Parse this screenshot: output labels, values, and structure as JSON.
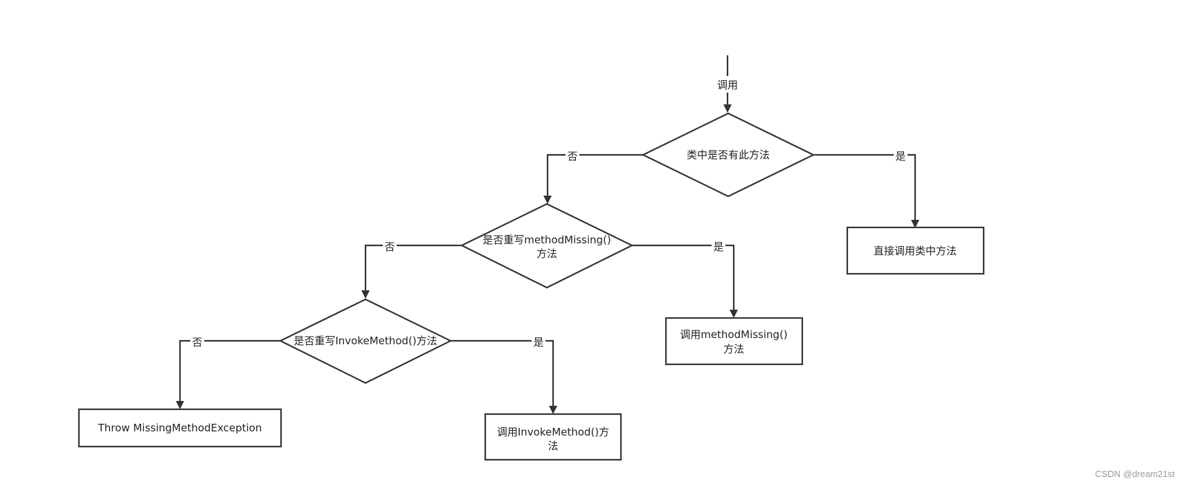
{
  "nodes": {
    "has_method": "类中是否有此方法",
    "call_class_method": "直接调用类中方法",
    "override_method_missing_line1": "是否重写methodMissing()",
    "override_method_missing_line2": "方法",
    "call_method_missing_line1": "调用methodMissing()",
    "call_method_missing_line2": "方法",
    "override_invoke_method": "是否重写InvokeMethod()方法",
    "throw_exception": "Throw MissingMethodException",
    "call_invoke_method_line1": "调用InvokeMethod()方",
    "call_invoke_method_line2": "法"
  },
  "edges": {
    "entry": "调用",
    "has_method_yes": "是",
    "has_method_no": "否",
    "method_missing_yes": "是",
    "method_missing_no": "否",
    "invoke_method_yes": "是",
    "invoke_method_no": "否"
  },
  "watermark": "CSDN @dream21st"
}
